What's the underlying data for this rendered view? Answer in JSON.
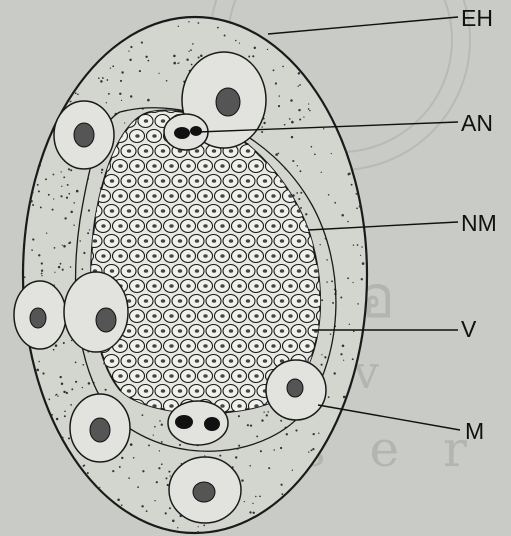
{
  "labels": {
    "eh": "EH",
    "an": "AN",
    "nm": "NM",
    "v": "V",
    "m": "M"
  },
  "colors": {
    "background": "#c9cbc6",
    "body_fill": "#d3d5cf",
    "ink": "#1a1a1a",
    "watermark": "#b3b5b0"
  }
}
